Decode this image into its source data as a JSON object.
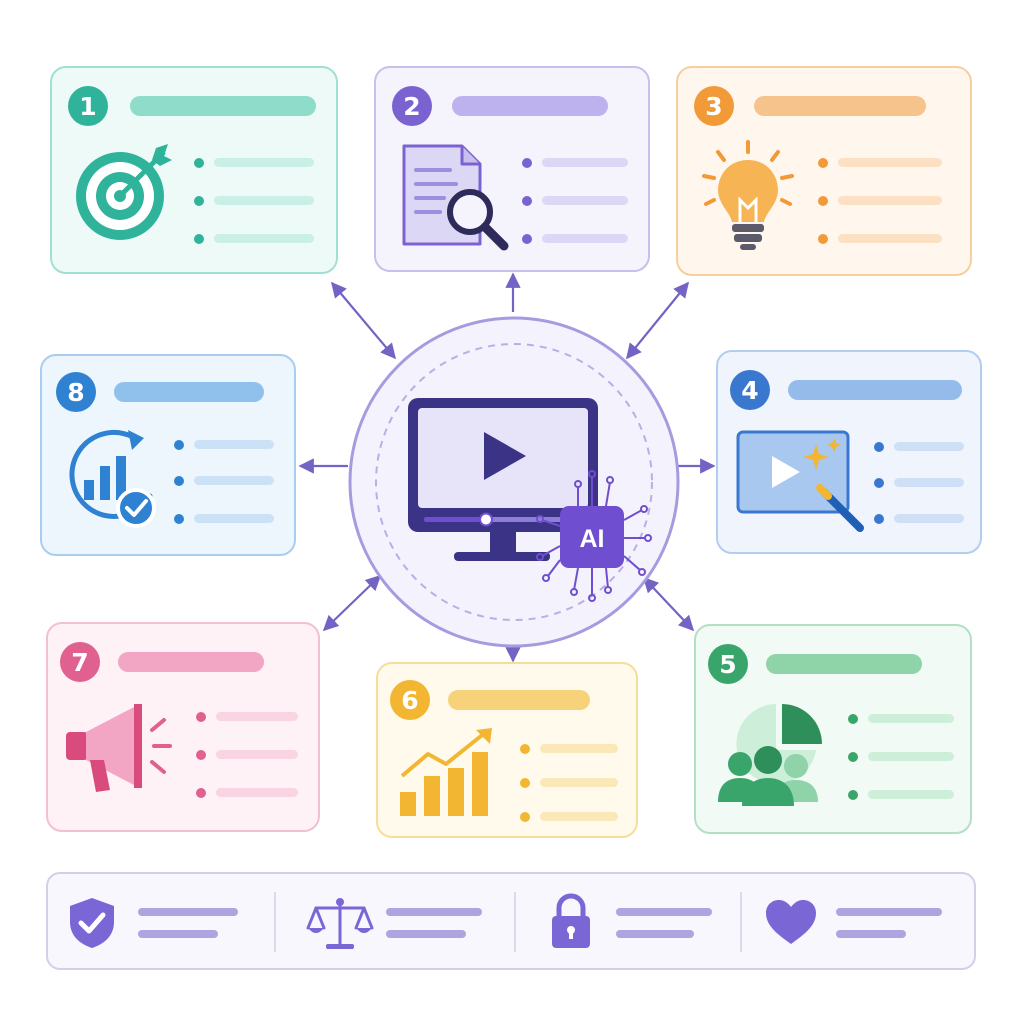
{
  "hub": {
    "chip_label": "AI",
    "colors": {
      "ring": "#a79be0",
      "fill": "#f4f2fc",
      "monitor": "#3b3486",
      "screen": "#e7e3f9",
      "chip": "#6f4fd0"
    }
  },
  "cards": [
    {
      "number": "1",
      "icon": "target-icon",
      "accent": "#2fb39a",
      "bg": "#eefaf7",
      "border": "#9fe0d3",
      "bar": "#8fdcca",
      "line": "#c9efe6"
    },
    {
      "number": "2",
      "icon": "document-search-icon",
      "accent": "#7a63d1",
      "bg": "#f5f3fc",
      "border": "#c8bfec",
      "bar": "#bdb1ee",
      "line": "#ddd7f6"
    },
    {
      "number": "3",
      "icon": "lightbulb-icon",
      "accent": "#f29a38",
      "bg": "#fff7ee",
      "border": "#f6cf9f",
      "bar": "#f7c38c",
      "line": "#fbe0c4"
    },
    {
      "number": "4",
      "icon": "video-edit-icon",
      "accent": "#3a78cf",
      "bg": "#f0f5fd",
      "border": "#b3cdf1",
      "bar": "#94bbea",
      "line": "#cfe0f6"
    },
    {
      "number": "5",
      "icon": "audience-pie-icon",
      "accent": "#3aa56a",
      "bg": "#f1faf4",
      "border": "#b3e0c4",
      "bar": "#8fd3a9",
      "line": "#cdeed9"
    },
    {
      "number": "6",
      "icon": "growth-chart-icon",
      "accent": "#f2b632",
      "bg": "#fffaeb",
      "border": "#f6dd9a",
      "bar": "#f7d27a",
      "line": "#fbe8b9"
    },
    {
      "number": "7",
      "icon": "megaphone-icon",
      "accent": "#e0608f",
      "bg": "#fff2f6",
      "border": "#f3bfd2",
      "bar": "#f2a6c3",
      "line": "#f9d4e2"
    },
    {
      "number": "8",
      "icon": "refresh-chart-check-icon",
      "accent": "#2f82d2",
      "bg": "#eef6fd",
      "border": "#a9cdee",
      "bar": "#8fc1ec",
      "line": "#cbe2f6"
    }
  ],
  "bottom_bar": {
    "items": [
      "shield-check-icon",
      "scales-icon",
      "padlock-icon",
      "heart-icon"
    ],
    "accent": "#7b66d6"
  }
}
